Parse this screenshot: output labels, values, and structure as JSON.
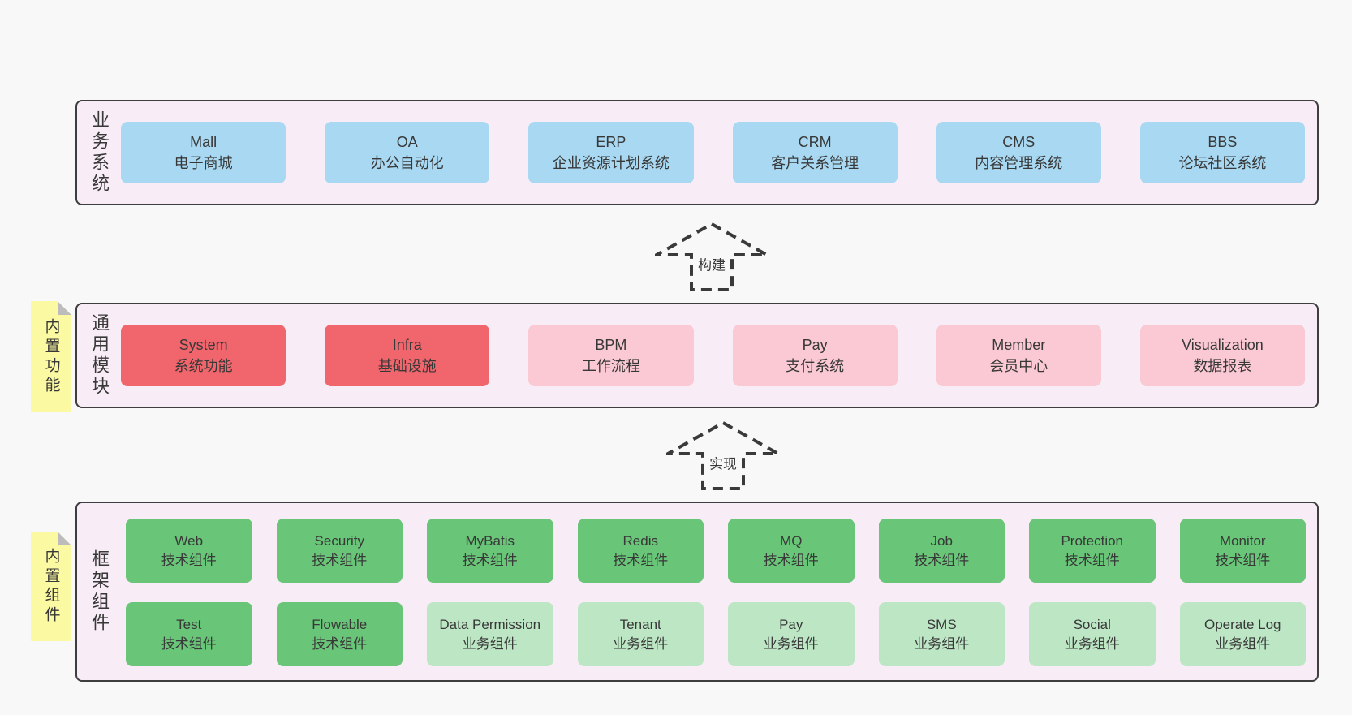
{
  "palette": {
    "page-bg": "#f8f8f8",
    "layer-bg": "#f8edf6",
    "border": "#3e3e3e",
    "text": "#383838",
    "blue": "#a9d9f2",
    "red": "#f1656c",
    "pink": "#fac9d3",
    "green": "#69c578",
    "lightgreen": "#bde6c5",
    "note-yellow": "#fbf9a1",
    "note-fold": "#bcbcbc"
  },
  "layers": [
    {
      "label": "业务系统",
      "boxes": [
        {
          "name": "Mall",
          "desc": "电子商城",
          "variant": "blue"
        },
        {
          "name": "OA",
          "desc": "办公自动化",
          "variant": "blue"
        },
        {
          "name": "ERP",
          "desc": "企业资源计划系统",
          "variant": "blue"
        },
        {
          "name": "CRM",
          "desc": "客户关系管理",
          "variant": "blue"
        },
        {
          "name": "CMS",
          "desc": "内容管理系统",
          "variant": "blue"
        },
        {
          "name": "BBS",
          "desc": "论坛社区系统",
          "variant": "blue"
        }
      ]
    },
    {
      "label": "通用模块",
      "boxes": [
        {
          "name": "System",
          "desc": "系统功能",
          "variant": "red"
        },
        {
          "name": "Infra",
          "desc": "基础设施",
          "variant": "red"
        },
        {
          "name": "BPM",
          "desc": "工作流程",
          "variant": "pink"
        },
        {
          "name": "Pay",
          "desc": "支付系统",
          "variant": "pink"
        },
        {
          "name": "Member",
          "desc": "会员中心",
          "variant": "pink"
        },
        {
          "name": "Visualization",
          "desc": "数据报表",
          "variant": "pink"
        }
      ]
    },
    {
      "label": "框架组件",
      "boxes": [
        {
          "name": "Web",
          "desc": "技术组件",
          "variant": "green"
        },
        {
          "name": "Security",
          "desc": "技术组件",
          "variant": "green"
        },
        {
          "name": "MyBatis",
          "desc": "技术组件",
          "variant": "green"
        },
        {
          "name": "Redis",
          "desc": "技术组件",
          "variant": "green"
        },
        {
          "name": "MQ",
          "desc": "技术组件",
          "variant": "green"
        },
        {
          "name": "Job",
          "desc": "技术组件",
          "variant": "green"
        },
        {
          "name": "Protection",
          "desc": "技术组件",
          "variant": "green"
        },
        {
          "name": "Monitor",
          "desc": "技术组件",
          "variant": "green"
        },
        {
          "name": "Test",
          "desc": "技术组件",
          "variant": "green"
        },
        {
          "name": "Flowable",
          "desc": "技术组件",
          "variant": "green"
        },
        {
          "name": "Data Permission",
          "desc": "业务组件",
          "variant": "lightgreen"
        },
        {
          "name": "Tenant",
          "desc": "业务组件",
          "variant": "lightgreen"
        },
        {
          "name": "Pay",
          "desc": "业务组件",
          "variant": "lightgreen"
        },
        {
          "name": "SMS",
          "desc": "业务组件",
          "variant": "lightgreen"
        },
        {
          "name": "Social",
          "desc": "业务组件",
          "variant": "lightgreen"
        },
        {
          "name": "Operate Log",
          "desc": "业务组件",
          "variant": "lightgreen"
        }
      ]
    }
  ],
  "arrows": [
    {
      "label": "构建"
    },
    {
      "label": "实现"
    }
  ],
  "notes": [
    {
      "text": "内置功能"
    },
    {
      "text": "内置组件"
    }
  ]
}
